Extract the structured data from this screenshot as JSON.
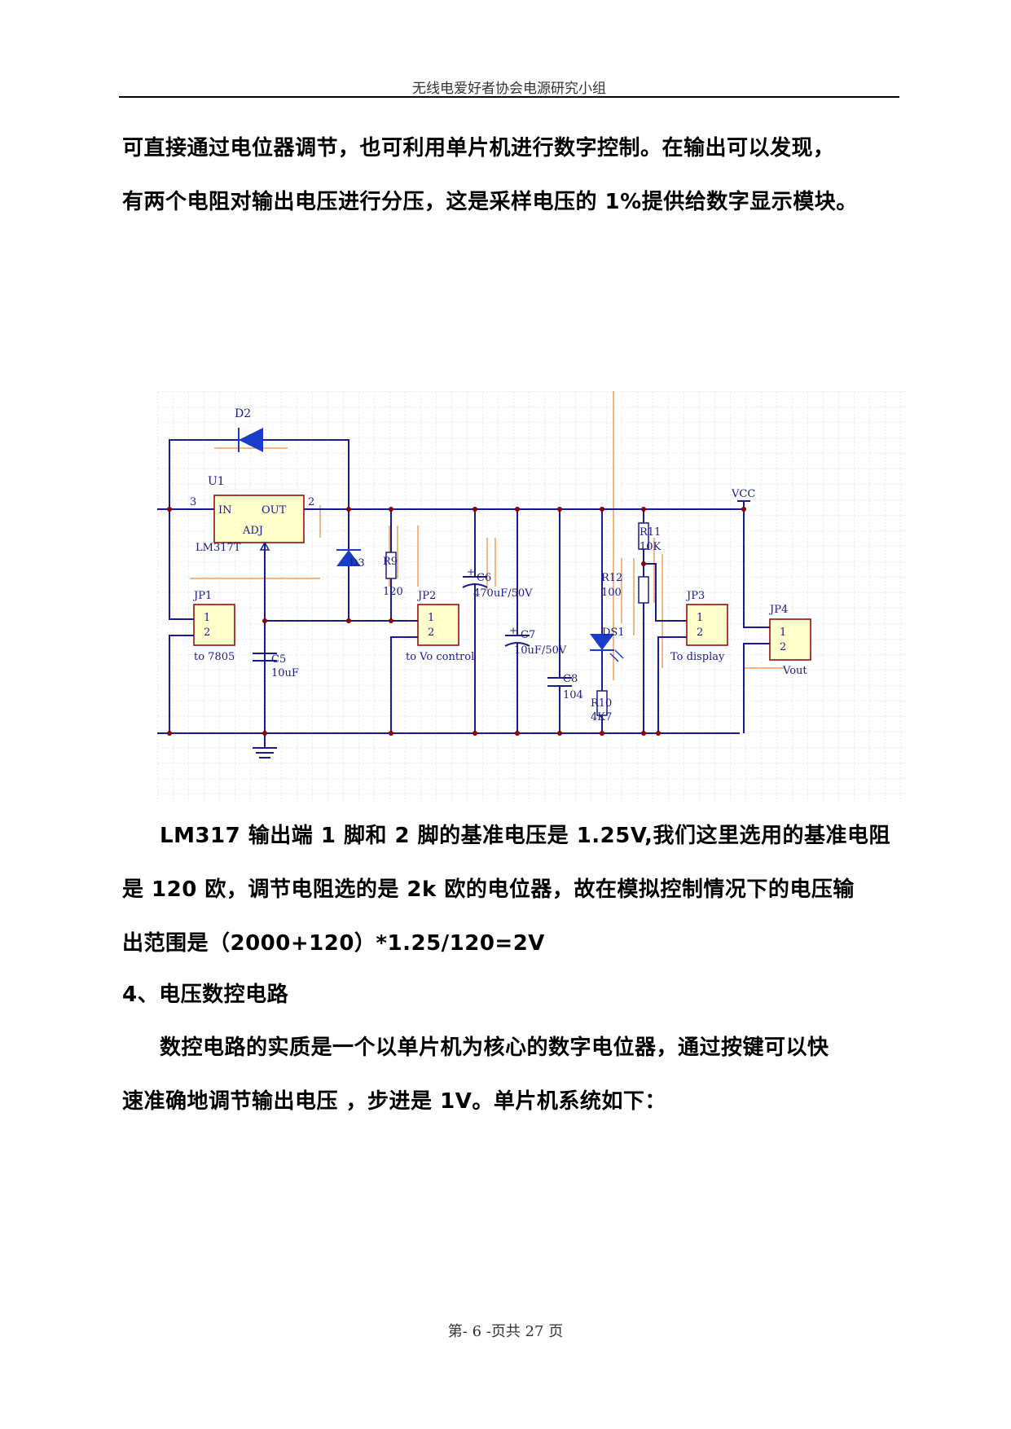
{
  "header": {
    "title": "无线电爱好者协会电源研究小组"
  },
  "paragraph_1": {
    "line_1": "可直接通过电位器调节，也可利用单片机进行数字控制。在输出可以发现，",
    "line_2": "有两个电阻对输出电压进行分压，这是采样电压的 1%提供给数字显示模块。"
  },
  "schematic": {
    "components": {
      "D2": "D2",
      "U1": "U1",
      "pin3": "3",
      "pin2": "2",
      "IN": "IN",
      "OUT": "OUT",
      "ADJ": "ADJ",
      "LM317T": "LM317T",
      "D3": "D3",
      "R9": "R9",
      "R9_val": "120",
      "C6": "C6",
      "C6_val": "470uF/50V",
      "C7": "C7",
      "C7_val": "10uF/50V",
      "C8": "C8",
      "C8_val": "104",
      "C5": "C5",
      "C5_val": "10uF",
      "R11": "R11",
      "R11_val": "10K",
      "R12": "R12",
      "R12_val": "100",
      "R10": "R10",
      "R10_val": "4K7",
      "DS1": "DS1",
      "VCC": "VCC",
      "JP1": "JP1",
      "JP1_label": "to 7805",
      "JP2": "JP2",
      "JP2_label": "to Vo control",
      "JP3": "JP3",
      "JP3_label": "To display",
      "JP4": "JP4",
      "JP4_label": "Vout",
      "pin_1": "1",
      "pin_2": "2"
    }
  },
  "paragraph_2": {
    "line_1": "LM317 输出端 1 脚和 2 脚的基准电压是 1.25V,我们这里选用的基准电阻",
    "line_2": "是 120 欧，调节电阻选的是 2k 欧的电位器，故在模拟控制情况下的电压输",
    "line_3": "出范围是（2000+120）*1.25/120=2V"
  },
  "section_heading": "4、电压数控电路",
  "paragraph_3": {
    "line_1": "数控电路的实质是一个以单片机为核心的数字电位器，通过按键可以快",
    "line_2": "速准确地调节输出电压 ，步进是 1V。单片机系统如下："
  },
  "footer": {
    "page_label": "第- 6 -页共 27 页"
  },
  "colors": {
    "wire": "#1a1a8c",
    "component_fill": "#ffffcc",
    "component_border": "#8b0000",
    "grid": "#d8d8d8",
    "diode": "#1a3cc8",
    "highlight": "#e8a060"
  }
}
